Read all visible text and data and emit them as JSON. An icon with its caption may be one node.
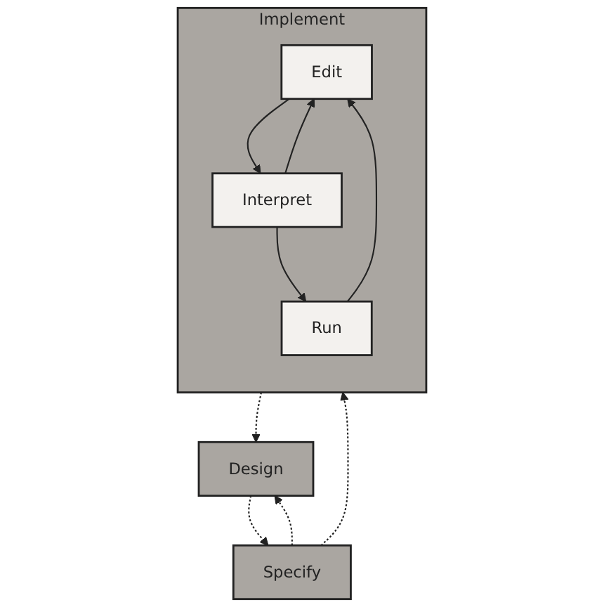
{
  "diagram": {
    "nodes": [
      {
        "text": [
          "Design"
        ]
      },
      {
        "text": [
          "Specify"
        ]
      },
      {
        "text": [
          "Implement"
        ]
      },
      {
        "text": [
          "Edit"
        ],
        "in": 2
      },
      {
        "text": [
          "Interpret"
        ],
        "in": 2
      },
      {
        "text": [
          "Run"
        ],
        "in": 2
      }
    ],
    "edges": [
      {
        "from": 0,
        "to": 1,
        "arrow": "to",
        "style": "dashed"
      },
      {
        "from": 1,
        "to": 2,
        "arrow": "to",
        "style": "dashed"
      },
      {
        "from": 3,
        "to": 4,
        "arrow": "to"
      },
      {
        "from": 4,
        "to": 5,
        "arrow": "to"
      },
      {
        "from": 4,
        "to": 3,
        "arrow": "to"
      },
      {
        "from": 5,
        "to": 3,
        "arrow": "to"
      },
      {
        "from": 2,
        "to": 0,
        "arrow": "to",
        "style": "dashed"
      },
      {
        "from": 1,
        "to": 0,
        "arrow": "to",
        "style": "dashed"
      }
    ]
  }
}
